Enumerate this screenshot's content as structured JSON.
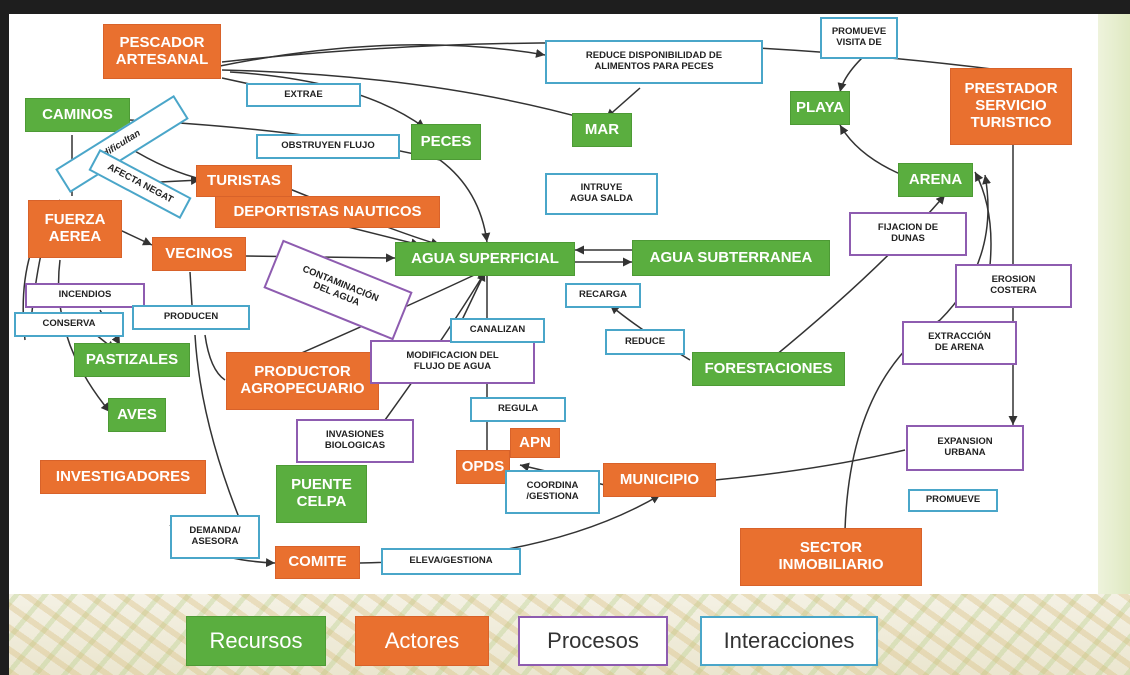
{
  "colors": {
    "recurso": "#5aae3f",
    "actor": "#e9702f",
    "proceso_border": "#8e5cb0",
    "interaccion_border": "#4aa6c9",
    "line": "#333333"
  },
  "nodes": {
    "pescador": "PESCADOR\nARTESANAL",
    "caminos": "CAMINOS",
    "dificultan": "dificultan",
    "extrae": "EXTRAE",
    "obstruyen": "OBSTRUYEN FLUJO",
    "peces": "PECES",
    "reduce_disp": "REDUCE DISPONIBILIDAD DE\nALIMENTOS PARA PECES",
    "mar": "MAR",
    "promueve_visita": "PROMUEVE\nVISITA DE",
    "playa": "PLAYA",
    "prestador": "PRESTADOR\nSERVICIO\nTURISTICO",
    "afecta": "AFECTA NEGAT",
    "turistas": "TURISTAS",
    "deportistas": "DEPORTISTAS NAUTICOS",
    "intruye": "INTRUYE\nAGUA SALDA",
    "arena": "ARENA",
    "fuerza": "FUERZA\nAEREA",
    "vecinos": "VECINOS",
    "contaminacion": "CONTAMINACIÓN\nDEL AGUA",
    "agua_sup": "AGUA SUPERFICIAL",
    "agua_sub": "AGUA SUBTERRANEA",
    "fijacion": "FIJACION DE\nDUNAS",
    "incendios": "INCENDIOS",
    "conserva": "CONSERVA",
    "producen": "PRODUCEN",
    "recarga": "RECARGA",
    "erosion": "EROSION\nCOSTERA",
    "canalizan": "CANALIZAN",
    "pastizales": "PASTIZALES",
    "productor": "PRODUCTOR\nAGROPECUARIO",
    "modificacion": "MODIFICACION DEL\nFLUJO DE AGUA",
    "reduce": "REDUCE",
    "forestaciones": "FORESTACIONES",
    "extraccion": "EXTRACCIÓN\nDE ARENA",
    "aves": "AVES",
    "regula": "REGULA",
    "invasiones": "INVASIONES\nBIOLOGICAS",
    "apn": "APN",
    "expansion": "EXPANSION\nURBANA",
    "investigadores": "INVESTIGADORES",
    "opds": "OPDS",
    "coordina": "COORDINA\n/GESTIONA",
    "municipio": "MUNICIPIO",
    "puente": "PUENTE\nCELPA",
    "promueve": "PROMUEVE",
    "demanda": "DEMANDA/\nASESORA",
    "comite": "COMITE",
    "eleva": "ELEVA/GESTIONA",
    "sector": "SECTOR\nINMOBILIARIO"
  },
  "legend": {
    "recursos": "Recursos",
    "actores": "Actores",
    "procesos": "Procesos",
    "interacciones": "Interacciones"
  }
}
